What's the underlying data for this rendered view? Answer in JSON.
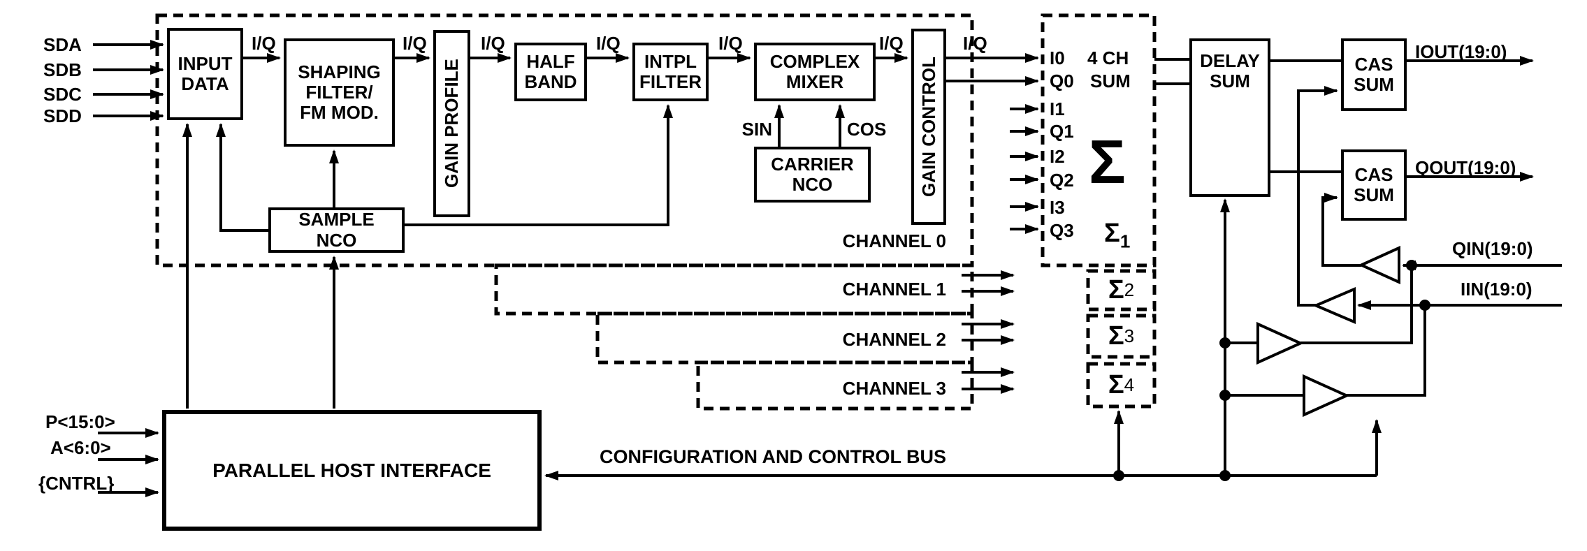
{
  "serial_inputs": {
    "labels": [
      "SDA",
      "SDB",
      "SDC",
      "SDD"
    ]
  },
  "host_inputs": {
    "labels": [
      "P<15:0>",
      "A<6:0>",
      "{CNTRL}"
    ]
  },
  "blocks": {
    "input_data": "INPUT\nDATA",
    "shaping_filter": "SHAPING\nFILTER/\nFM MOD.",
    "gain_profile": "GAIN PROFILE",
    "half_band": "HALF\nBAND",
    "intpl_filter": "INTPL\nFILTER",
    "complex_mixer": "COMPLEX\nMIXER",
    "gain_control": "GAIN CONTROL",
    "carrier_nco": "CARRIER\nNCO",
    "sample_nco": "SAMPLE\nNCO",
    "delay_sum": "DELAY\nSUM",
    "cas_sum_i": "CAS\nSUM",
    "cas_sum_q": "CAS\nSUM",
    "host_interface": "PARALLEL HOST INTERFACE"
  },
  "signal_labels": {
    "iq": "I/Q",
    "sin": "SIN",
    "cos": "COS",
    "config_bus": "CONFIGURATION AND CONTROL BUS"
  },
  "channels": {
    "labels": [
      "CHANNEL 0",
      "CHANNEL 1",
      "CHANNEL 2",
      "CHANNEL 3"
    ]
  },
  "summer": {
    "io_pairs": [
      "I0",
      "Q0",
      "I1",
      "Q1",
      "I2",
      "Q2",
      "I3",
      "Q3"
    ],
    "title_line1": "4 CH",
    "title_line2": "SUM",
    "big_sigma": "Σ",
    "sigma": "Σ",
    "sigma_subs": [
      "1",
      "2",
      "3",
      "4"
    ]
  },
  "ports": {
    "iout": "IOUT(19:0)",
    "qout": "QOUT(19:0)",
    "qin": "QIN(19:0)",
    "iin": "IIN(19:0)"
  },
  "colors": {
    "ink": "#000000",
    "background": "#ffffff"
  }
}
